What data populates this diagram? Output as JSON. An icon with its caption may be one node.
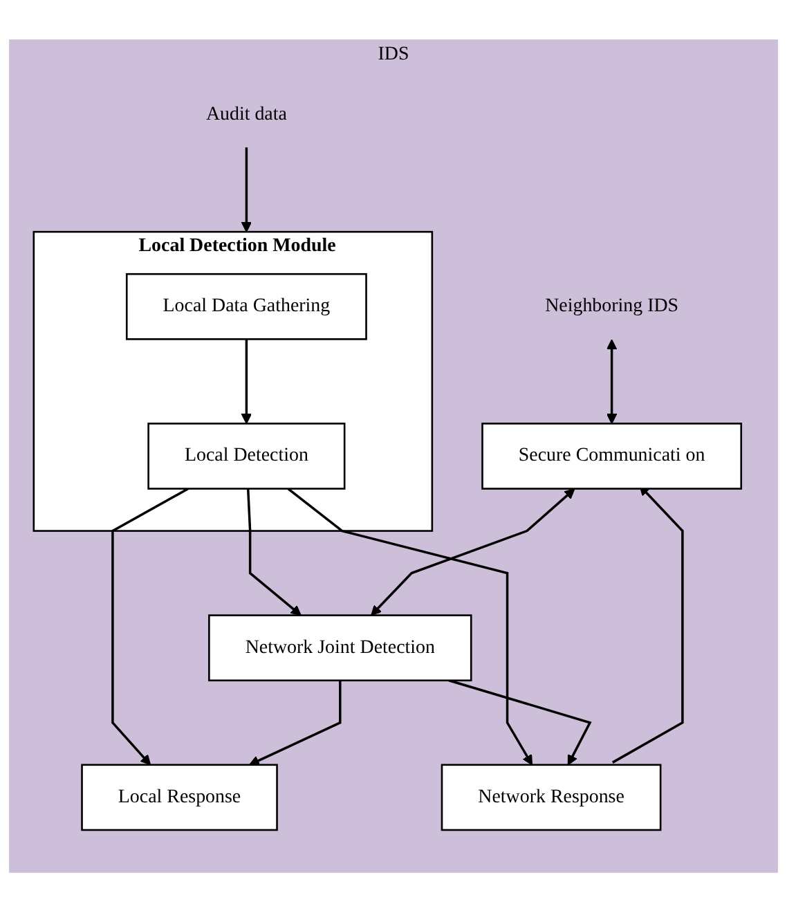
{
  "diagram": {
    "nodes": [
      {
        "text": [
          "IDS"
        ]
      },
      {
        "text": [
          "Audit data"
        ],
        "in": 0
      },
      {
        "text": [
          "Neighboring IDS"
        ],
        "in": 0
      },
      {
        "text": [
          "Local Detection Module"
        ],
        "in": 0
      },
      {
        "text": [
          "Local Data Gathering"
        ],
        "in": 3
      },
      {
        "text": [
          "Local Detection"
        ],
        "in": 3
      },
      {
        "text": [
          "Secure Communicati on"
        ],
        "in": 0
      },
      {
        "text": [
          "Network Joint Detection"
        ],
        "in": 0
      },
      {
        "text": [
          "Local Response"
        ],
        "in": 0
      },
      {
        "text": [
          "Network Response"
        ],
        "in": 0
      }
    ],
    "edges": [
      {
        "from": 1,
        "to": 3,
        "arrow": "to"
      },
      {
        "from": 2,
        "to": 6,
        "arrow": "both"
      },
      {
        "from": 4,
        "to": 5,
        "arrow": "to"
      },
      {
        "from": 5,
        "to": 7,
        "arrow": "to"
      },
      {
        "from": 5,
        "to": 8,
        "arrow": "to"
      },
      {
        "from": 5,
        "to": 9,
        "arrow": "to"
      },
      {
        "from": 6,
        "to": 7,
        "arrow": "both"
      },
      {
        "from": 7,
        "to": 8,
        "arrow": "to"
      },
      {
        "from": 7,
        "to": 9,
        "arrow": "to"
      },
      {
        "from": 9,
        "to": 6,
        "arrow": "to"
      }
    ]
  }
}
